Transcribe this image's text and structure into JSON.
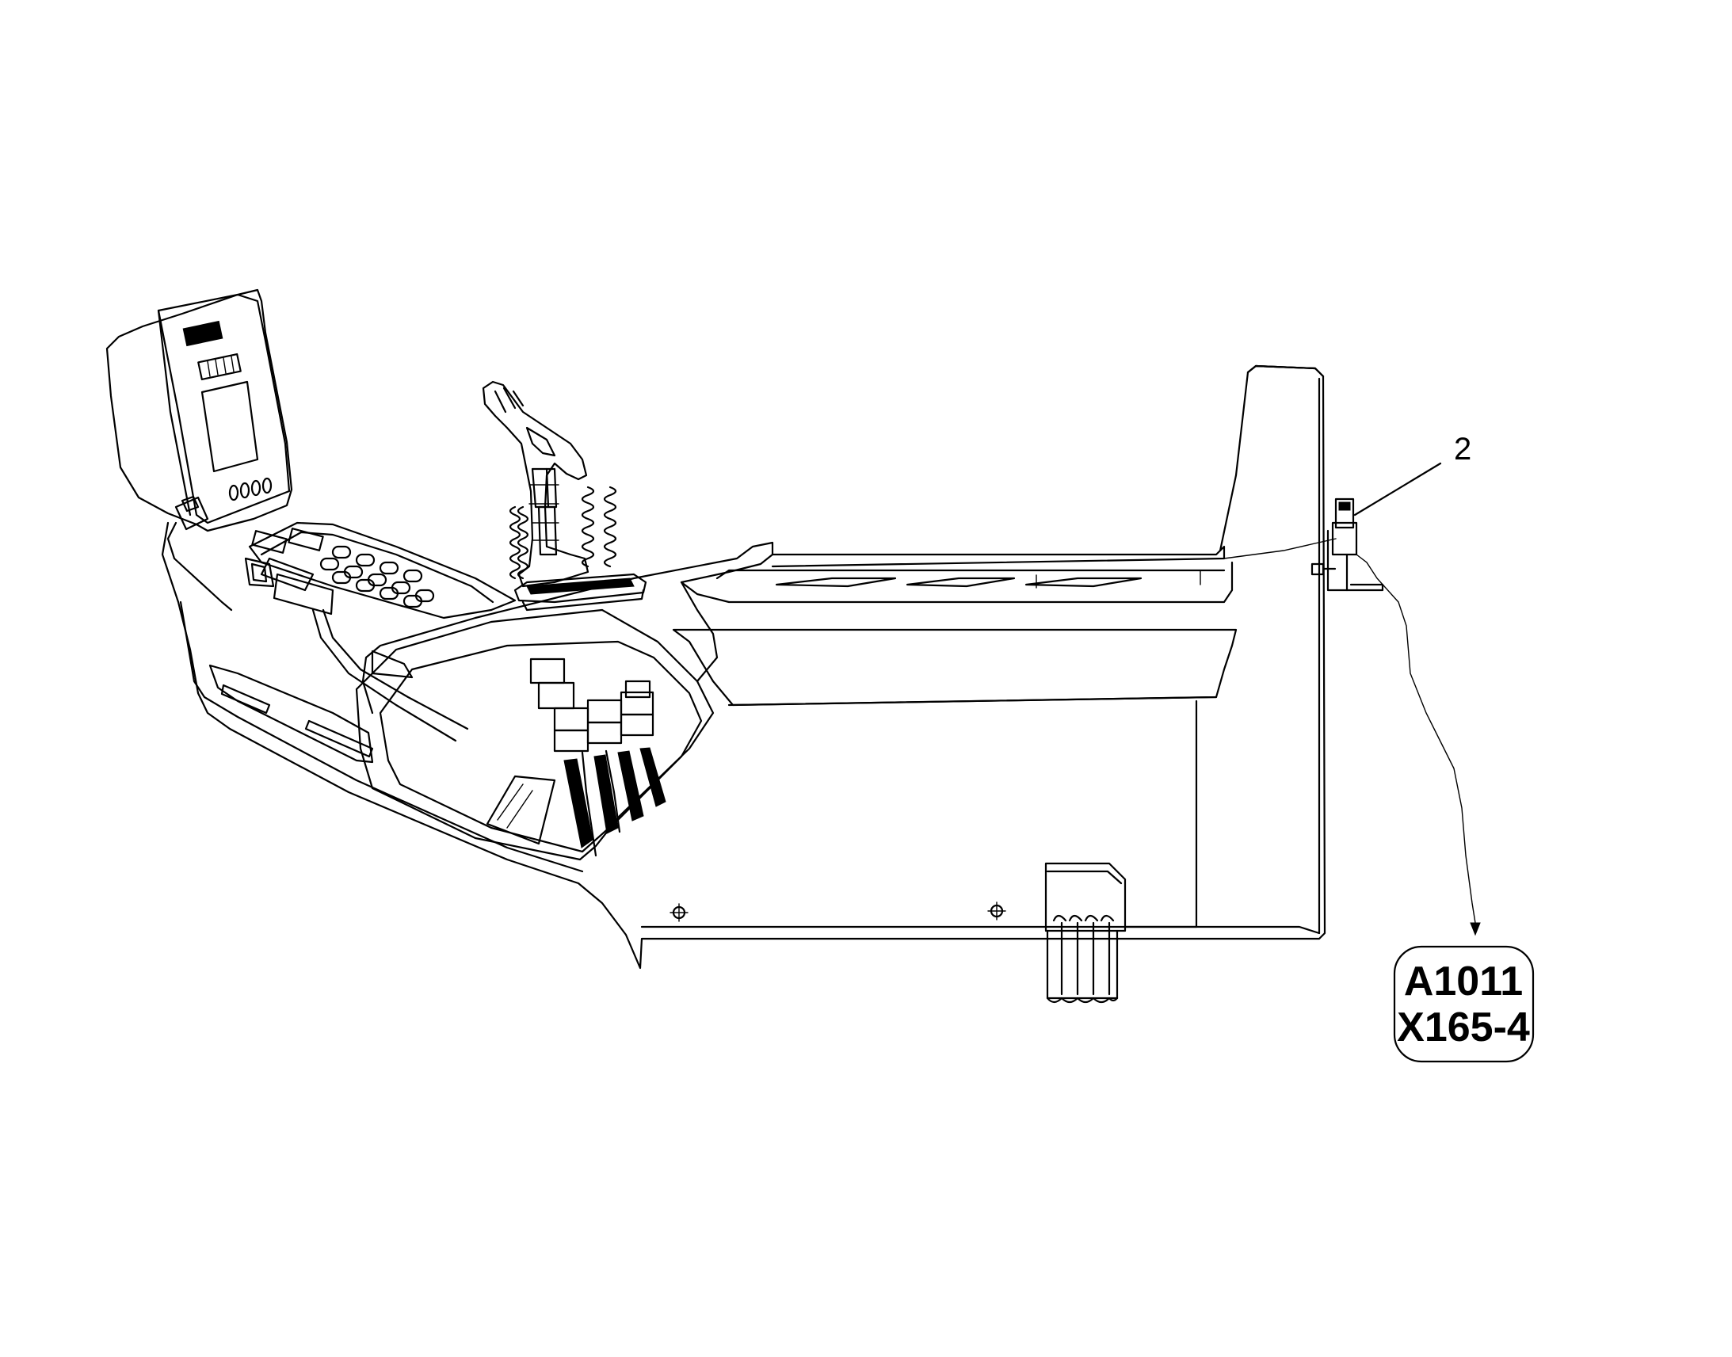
{
  "callout": {
    "number": "2"
  },
  "connector": {
    "line1": "A1011",
    "line2": "X165-4"
  }
}
